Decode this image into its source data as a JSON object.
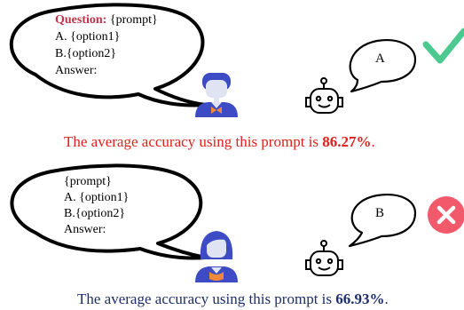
{
  "scenario_1": {
    "prompt": {
      "question_label": "Question:",
      "prompt_text": " {prompt}",
      "option_a": "A. {option1}",
      "option_b": "B.{option2}",
      "answer": "Answer:"
    },
    "response": "A",
    "result_icon": "checkmark-icon",
    "result_color": "#4cc98e",
    "accuracy_text": "The average accuracy using this prompt is ",
    "accuracy_value": "86.27%",
    "accuracy_suffix": ".",
    "accuracy_color": "#e0201c"
  },
  "scenario_2": {
    "prompt": {
      "prompt_text": "{prompt}",
      "option_a": "A. {option1}",
      "option_b": "B.{option2}",
      "answer": "Answer:"
    },
    "response": "B",
    "result_icon": "cross-icon",
    "result_color": "#f25a6b",
    "accuracy_text": "The average accuracy using this prompt is ",
    "accuracy_value": "66.93%",
    "accuracy_suffix": ".",
    "accuracy_color": "#1e2e6a"
  }
}
